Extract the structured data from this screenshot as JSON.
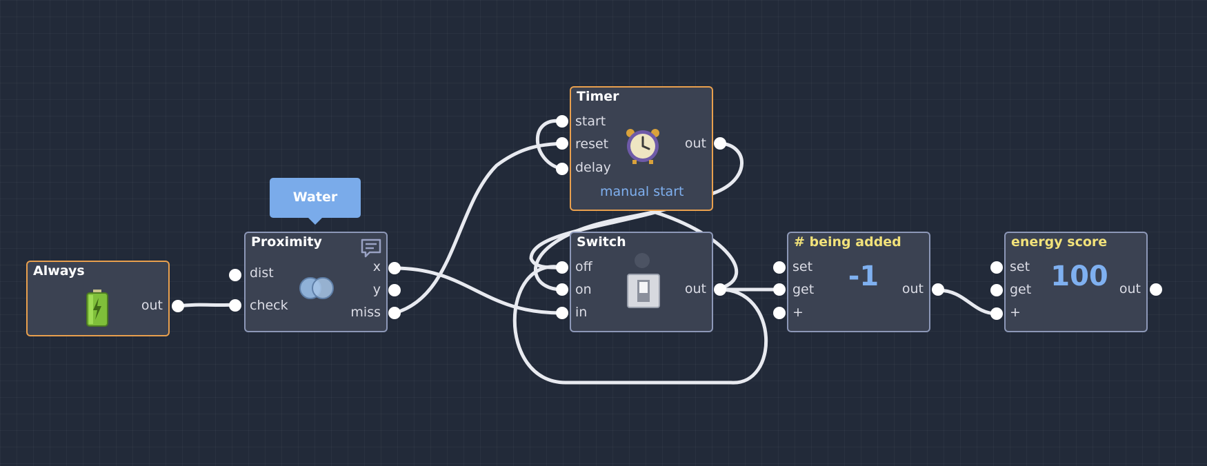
{
  "nodes": {
    "always": {
      "title": "Always",
      "out": "out",
      "icon": "battery-icon"
    },
    "proximity": {
      "title": "Proximity",
      "tooltip": "Water",
      "inputs": {
        "dist": "dist",
        "check": "check"
      },
      "outputs": {
        "x": "x",
        "y": "y",
        "miss": "miss"
      },
      "icon": "overlap-circles-icon",
      "comment_icon": "comment-icon"
    },
    "timer": {
      "title": "Timer",
      "inputs": {
        "start": "start",
        "reset": "reset",
        "delay": "delay"
      },
      "outputs": {
        "out": "out"
      },
      "subtitle": "manual start",
      "icon": "alarm-clock-icon"
    },
    "switch": {
      "title": "Switch",
      "inputs": {
        "off": "off",
        "on": "on",
        "in": "in"
      },
      "outputs": {
        "out": "out"
      },
      "icon": "light-switch-icon"
    },
    "being_added": {
      "title": "# being added",
      "inputs": {
        "set": "set",
        "get": "get",
        "plus": "+"
      },
      "outputs": {
        "out": "out"
      },
      "value": "-1"
    },
    "energy_score": {
      "title": "energy score",
      "inputs": {
        "set": "set",
        "get": "get",
        "plus": "+"
      },
      "outputs": {
        "out": "out"
      },
      "value": "100"
    }
  },
  "colors": {
    "background": "#222a39",
    "node_fill": "#3b4252",
    "node_border": "#8d98b8",
    "active_border": "#e9a04e",
    "value_text": "#7fb0f0",
    "variable_title": "#f2e27a",
    "tooltip_fill": "#7aabea",
    "wire": "#e8eaf0"
  }
}
